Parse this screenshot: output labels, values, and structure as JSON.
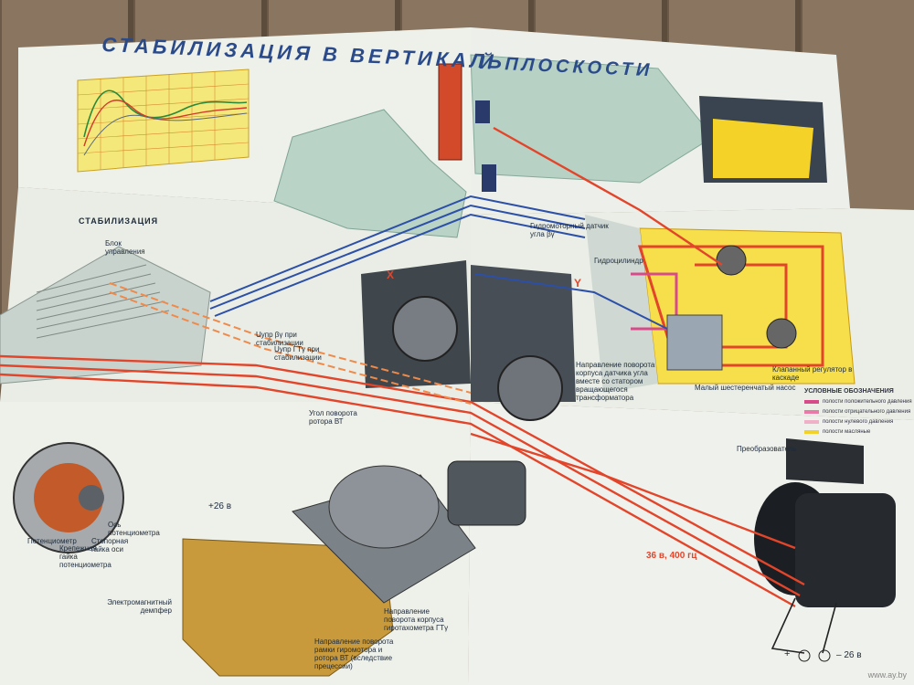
{
  "title": {
    "part1": "СТАБИЛИЗАЦИЯ В ВЕРТИКАЛЬ",
    "part2": "Й ПЛОСКОСТИ"
  },
  "section_stab": "СТАБИЛИЗАЦИЯ",
  "labels": {
    "gyro_sensor": "Гидромоторный датчик угла βγ",
    "hydro_cylinder": "Гидроцилиндр",
    "flap_regulator": "Клапанный регулятор в каскаде",
    "small_gear_pump": "Малый шестеренчатый насос",
    "rotation_direction": "Направление поворота корпуса датчика угла вместе со статором вращающегося трансформатора",
    "gyro_rotor_angle": "Угол поворота ротора ВТ",
    "voltage_26": "+26 в",
    "voltage_36": "36 в, 400 гц",
    "converter": "Преобразователь",
    "minus_26": "– 26 в",
    "plus": "+",
    "em_damper": "Электромагнитный демпфер",
    "dir_gyro_tacho": "Направление поворота корпуса гиротахометра ГТγ",
    "dir_gyro_frame": "Направление поворота рамки гиромотора и ротора ВТ (вследствие прецессии)",
    "pot": "Потенциометр",
    "lock_nut": "Крепежная гайка потенциометра",
    "stop_nut": "Стопорная гайка оси",
    "pot_axis": "Ось потенциометра",
    "u_stab1": "Uупр βγ при стабилизации",
    "u_stab2": "Uупр ГТγ при стабилизации",
    "x_marker": "X",
    "y_marker": "Y",
    "block": "Блок управления"
  },
  "legend": {
    "heading": "УСЛОВНЫЕ ОБОЗНАЧЕНИЯ",
    "items": [
      {
        "color": "#d84b8a",
        "text": "полости положительного давления"
      },
      {
        "color": "#e87aa8",
        "text": "полости отрицательного давления"
      },
      {
        "color": "#f0b0c8",
        "text": "полости нулевого давления"
      },
      {
        "color": "#f2d22a",
        "text": "полости масляные"
      }
    ]
  },
  "colors": {
    "poster": "#eef0ea",
    "red_line": "#e2452a",
    "orange_line": "#f08a4a",
    "blue_line": "#2c4fa8",
    "yellow": "#f5d228",
    "machine_gray": "#5e6468",
    "teal": "#a9c9bd"
  },
  "watermark": "www.ay.by"
}
